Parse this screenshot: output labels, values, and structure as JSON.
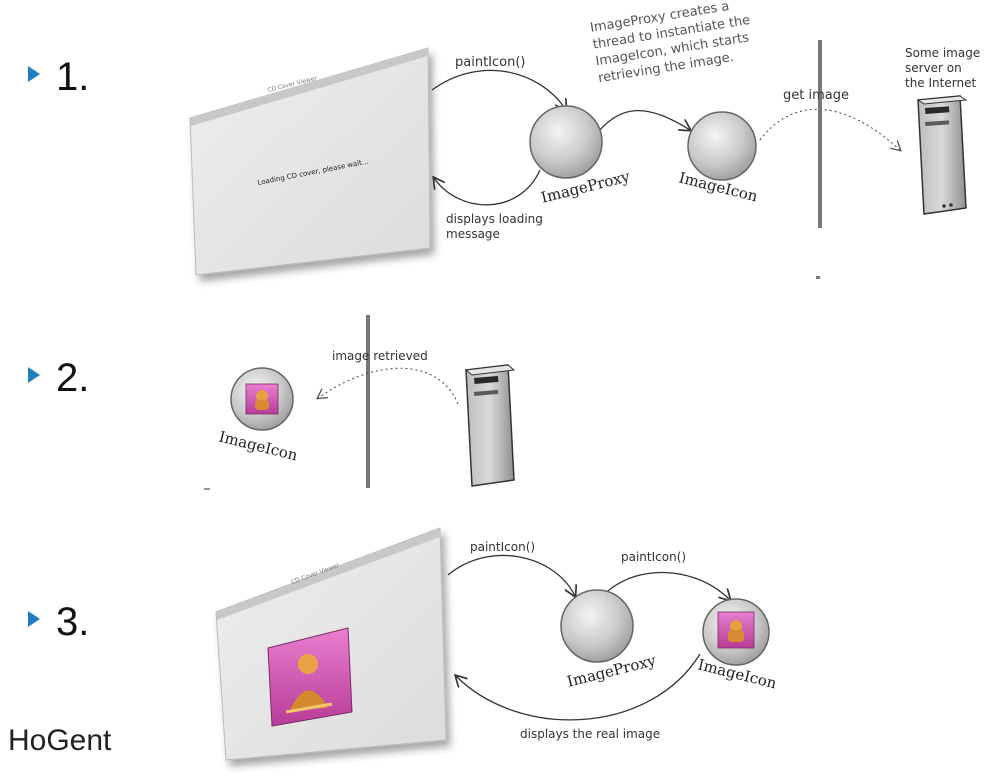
{
  "steps": [
    {
      "label": "1."
    },
    {
      "label": "2."
    },
    {
      "label": "3."
    }
  ],
  "step1": {
    "paint_icon": "paintIcon()",
    "note_lines": [
      "ImageProxy creates a",
      "thread to instantiate the",
      "ImageIcon, which starts",
      "retrieving the image."
    ],
    "proxy_label": "ImageProxy",
    "icon_label": "ImageIcon",
    "get_image": "get image",
    "server_lines": [
      "Some image",
      "server on",
      "the Internet"
    ],
    "loading_lines": [
      "displays loading",
      "message"
    ],
    "window_message": "Loading CD cover, please wait..."
  },
  "step2": {
    "retrieved": "image retrieved",
    "icon_label": "ImageIcon"
  },
  "step3": {
    "paint_icon_1": "paintIcon()",
    "paint_icon_2": "paintIcon()",
    "proxy_label": "ImageProxy",
    "icon_label": "ImageIcon",
    "displays_real": "displays the real image"
  },
  "footer": {
    "logo": "HoGent"
  },
  "colors": {
    "bullet": "#1f7fc1",
    "sphere": "#cfcfcf",
    "cover": "#d24fb0"
  }
}
